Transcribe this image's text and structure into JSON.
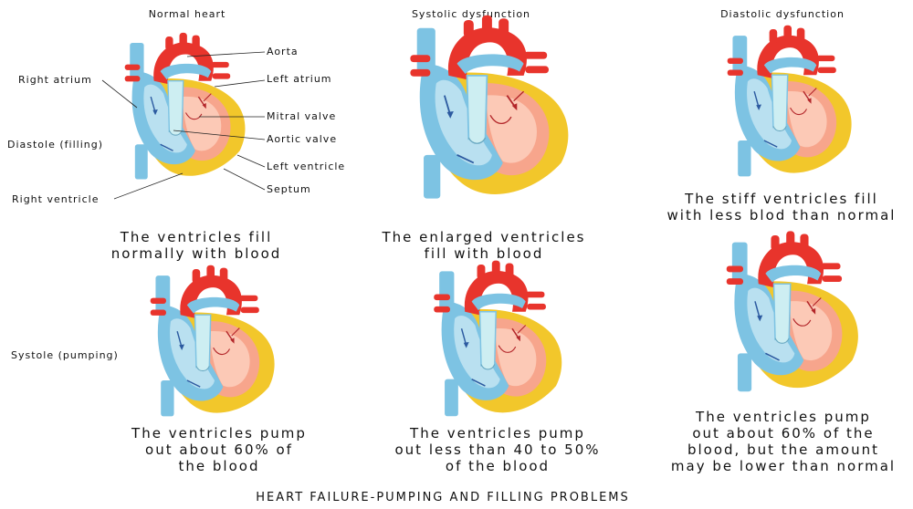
{
  "columns": {
    "normal": "Normal heart",
    "systolic": "Systolic dysfunction",
    "diastolic": "Diastolic dysfunction"
  },
  "rows": {
    "diastole": "Diastole (filling)",
    "systole": "Systole (pumping)"
  },
  "parts": {
    "aorta": "Aorta",
    "right_atrium": "Right atrium",
    "left_atrium": "Left atrium",
    "mitral_valve": "Mitral valve",
    "aortic_valve": "Aortic valve",
    "left_ventricle": "Left ventricle",
    "septum": "Septum",
    "right_ventricle": "Right ventricle"
  },
  "captions": {
    "normal_fill": [
      "The ventricles fill",
      "normally with blood"
    ],
    "systolic_fill": [
      "The enlarged ventricles",
      "fill with blood"
    ],
    "diastolic_fill": [
      "The stiff ventricles fill",
      "with less blod than normal"
    ],
    "normal_pump": [
      "The ventricles pump",
      "out about 60% of",
      "the blood"
    ],
    "systolic_pump": [
      "The ventricles pump",
      "out less than 40 to 50%",
      "of the blood"
    ],
    "diastolic_pump": [
      "The ventricles pump",
      "out about 60% of the",
      "blood, but the amount",
      "may be lower than normal"
    ]
  },
  "footer": "HEART FAILURE-PUMPING AND FILLING PROBLEMS",
  "colors": {
    "aorta_red": "#e8342c",
    "vein_blue": "#7dc3e3",
    "chamber_pink": "#f7a58c",
    "pericardium_yellow": "#f2c72b",
    "valve_cyan": "#cdeef2"
  }
}
